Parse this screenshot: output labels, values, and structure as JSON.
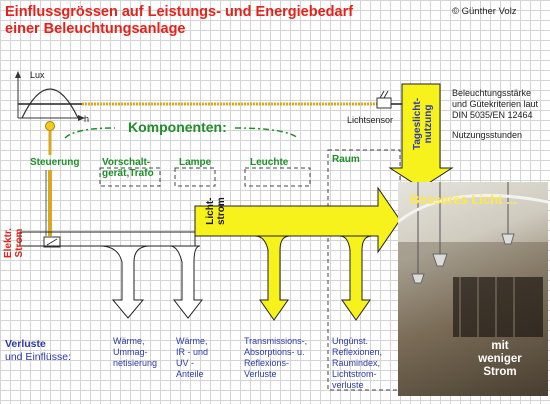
{
  "title": {
    "line1": "Einflussgrössen auf Leistungs- und Energiebedarf",
    "line2": "einer Beleuchtungsanlage"
  },
  "copyright": "© Günther Volz",
  "graph": {
    "y_axis_label": "Lux",
    "x_axis_label": "h"
  },
  "sensor_label": "Lichtsensor",
  "criteria": {
    "line1": "Beleuchtungsstärke",
    "line2": "und Gütekriterien laut",
    "line3": "DIN 5035/EN 12464",
    "line4": "Nutzungsstunden"
  },
  "tageslicht": {
    "line1": "Tageslicht-",
    "line2": "nutzung"
  },
  "components_label": "Komponenten:",
  "components": {
    "steuerung": "Steuerung",
    "vorschalt_1": "Vorschalt-",
    "vorschalt_2": "gerät,Trafo",
    "lampe": "Lampe",
    "leuchte": "Leuchte",
    "raum": "Raum"
  },
  "elektr_strom": {
    "line1": "Elektr.",
    "line2": "Strom"
  },
  "lichtstrom": {
    "line1": "Licht-",
    "line2": "strom"
  },
  "photo": {
    "headline": "Besseres Licht ...",
    "caption_1": "mit",
    "caption_2": "weniger",
    "caption_3": "Strom"
  },
  "verluste": {
    "title_bold": "Verluste",
    "title_rest": "und Einflüsse:",
    "vorschalt": [
      "Wärme,",
      "Ummag-",
      "netisierung"
    ],
    "lampe": [
      "Wärme,",
      "IR - und",
      "UV -",
      "Anteile"
    ],
    "leuchte": [
      "Transmissions-,",
      "Absorptions- u.",
      "Reflexions-",
      "Verluste"
    ],
    "raum": [
      "Ungünst.",
      "Reflexionen,",
      "Raumindex,",
      "Lichtstrom-",
      "verluste"
    ]
  },
  "colors": {
    "title": "#e3231b",
    "components": "#1f8f2a",
    "losses": "#2d3aa8",
    "flow_arrow": "#f7f21c",
    "power_line": "#d9a821"
  }
}
